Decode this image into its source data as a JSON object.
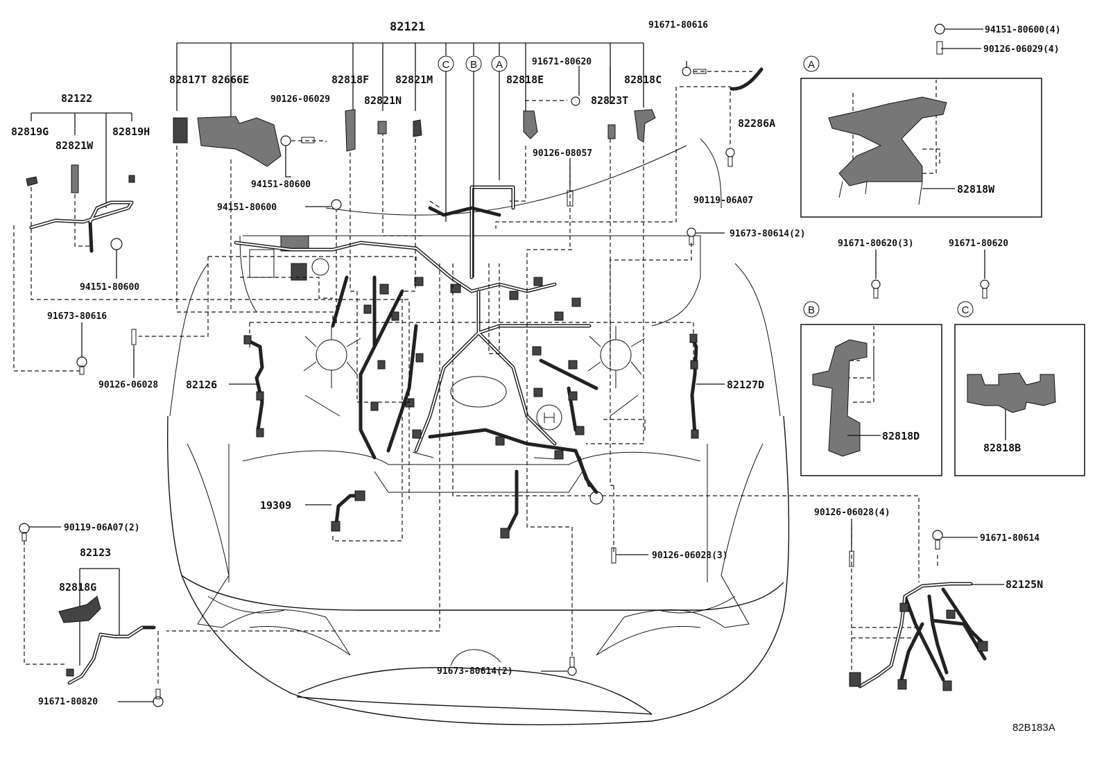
{
  "diagram": {
    "ref_code": "82B183A",
    "callouts": {
      "p82121": "82121",
      "p82122": "82122",
      "p82819G": "82819G",
      "p82819H": "82819H",
      "p82821W": "82821W",
      "p94151_80600_a": "94151-80600",
      "p91673_80616": "91673-80616",
      "p90126_06028_a": "90126-06028",
      "p82817T": "82817T",
      "p82666E": "82666E",
      "p90126_06029": "90126-06029",
      "p94151_80600_b": "94151-80600",
      "p94151_80600_c": "94151-80600",
      "p82818F": "82818F",
      "p82821M": "82821M",
      "p82821N": "82821N",
      "p91671_80620_a": "91671-80620",
      "p82818E": "82818E",
      "p82823T": "82823T",
      "p82818C": "82818C",
      "p90126_08057": "90126-08057",
      "p91671_80616": "91671-80616",
      "p82286A": "82286A",
      "p90119_06A07": "90119-06A07",
      "p91673_80614_2a": "91673-80614(2)",
      "p82126": "82126",
      "p82127D": "82127D",
      "p19309": "19309",
      "p90126_06028_3": "90126-06028(3)",
      "p90119_06A07_2": "90119-06A07(2)",
      "p82123": "82123",
      "p82818G": "82818G",
      "p91671_80820": "91671-80820",
      "p91673_80614_2b": "91673-80614(2)",
      "p94151_80600_4": "94151-80600(4)",
      "p90126_06029_4": "90126-06029(4)",
      "p82818W": "82818W",
      "p91671_80620_3": "91671-80620(3)",
      "p91671_80620_b": "91671-80620",
      "p82818D": "82818D",
      "p82818B": "82818B",
      "p90126_06028_4": "90126-06028(4)",
      "p91671_80614": "91671-80614",
      "p82125N": "82125N"
    },
    "detail_markers": {
      "A": "A",
      "B": "B",
      "C": "C"
    }
  }
}
